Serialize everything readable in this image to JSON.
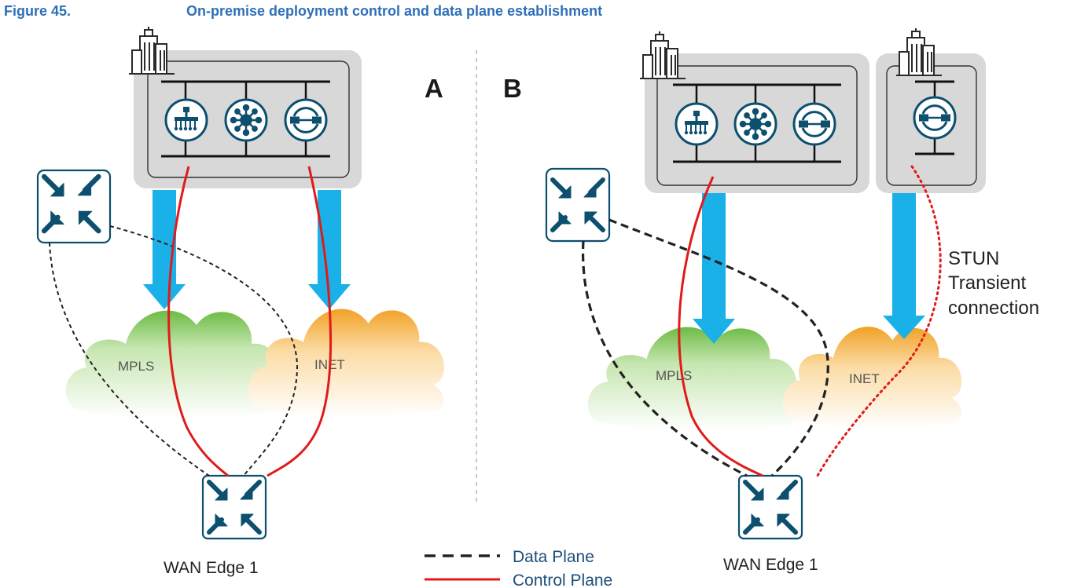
{
  "caption": {
    "number": "Figure 45.",
    "title": "On-premise deployment control and data plane establishment"
  },
  "panel_a": {
    "letter": "A",
    "clouds": {
      "mpls": "MPLS",
      "inet": "INET"
    },
    "edge_label": "WAN Edge 1"
  },
  "panel_b": {
    "letter": "B",
    "clouds": {
      "mpls": "MPLS",
      "inet": "INET"
    },
    "stun_lines": [
      "STUN",
      "Transient",
      "connection"
    ],
    "edge_label": "WAN Edge 1"
  },
  "legend": {
    "data_plane": "Data Plane",
    "control_plane": "Control Plane"
  },
  "colors": {
    "caption": "#2e6fb7",
    "control_plane": "#e01b1b",
    "data_plane": "#222222",
    "transport_arrow": "#1ab0e8",
    "icon": "#0c4f6e",
    "mpls_cloud": "#7cc35a",
    "inet_cloud": "#f2a531",
    "datacenter_box": "#d8d8d8"
  }
}
